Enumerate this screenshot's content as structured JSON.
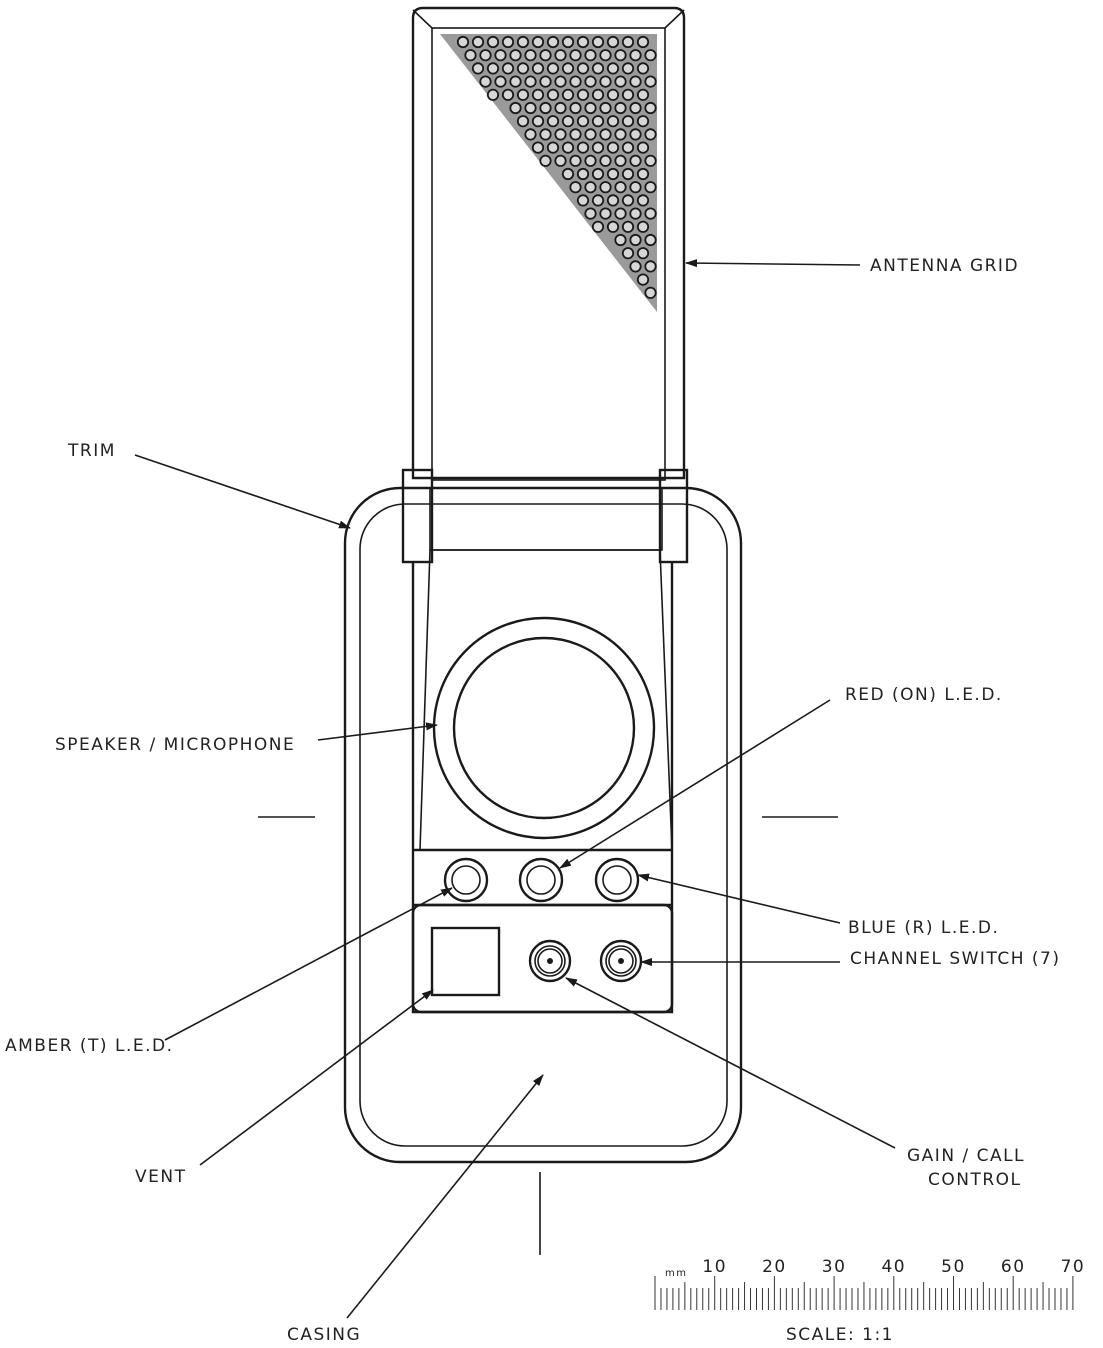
{
  "labels": {
    "antenna_grid": "ANTENNA GRID",
    "trim": "TRIM",
    "speaker_microphone": "SPEAKER / MICROPHONE",
    "red_led": "RED (ON) L.E.D.",
    "blue_led": "BLUE (R) L.E.D.",
    "channel_switch": "CHANNEL SWITCH (7)",
    "amber_led": "AMBER (T) L.E.D.",
    "vent": "VENT",
    "gain_call_line1": "GAIN / CALL",
    "gain_call_line2": "CONTROL",
    "casing": "CASING"
  },
  "scale": {
    "unit": "mm",
    "tick_labels": [
      "10",
      "20",
      "30",
      "40",
      "50",
      "60",
      "70"
    ],
    "max_mm": 70,
    "caption": "SCALE: 1:1"
  },
  "colors": {
    "ink": "#1a1a1a",
    "casing_fill": "#c9c9c9",
    "antenna_fill": "#d6d6d6",
    "panel_fill": "#cfcfcf"
  }
}
